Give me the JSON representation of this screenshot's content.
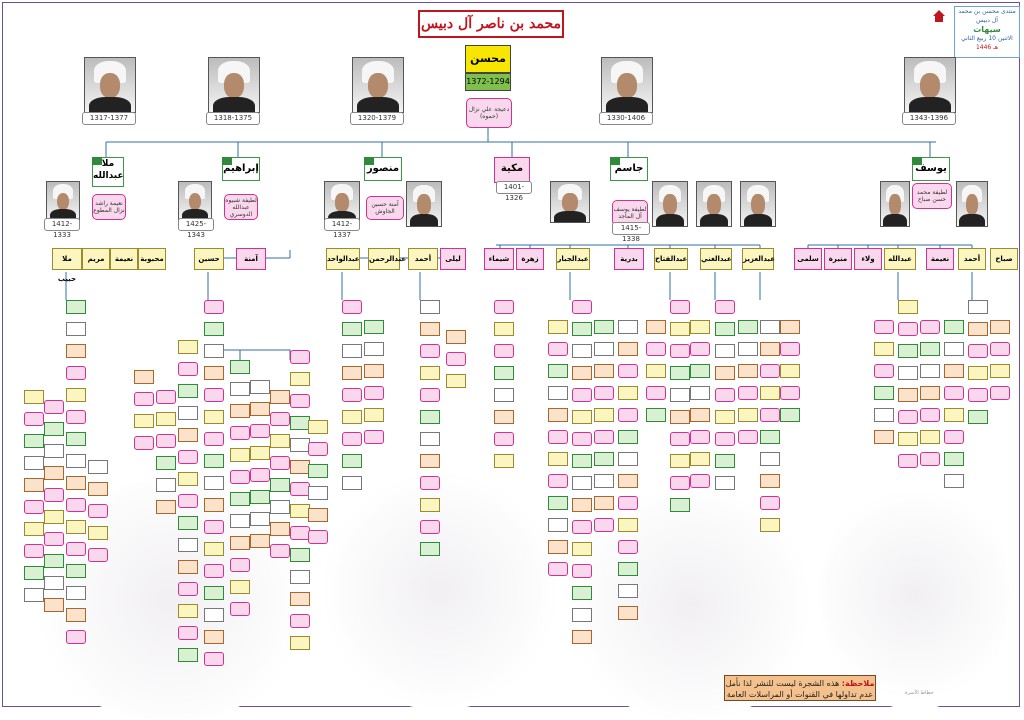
{
  "title": "محمد بن ناصر آل دبيس",
  "root": {
    "name": "محسن",
    "years": "1372-1294",
    "wife": "دعيجة علي نزال (حموه)"
  },
  "elder_years": [
    "1317-1377",
    "1318-1375",
    "1320-1379",
    "1330-1406",
    "1343-1396"
  ],
  "sons": [
    {
      "id": "yousef",
      "name": "يوسف",
      "wife": "لطيفة محمد حسن صباح"
    },
    {
      "id": "jasem",
      "name": "جاسم",
      "wife": "لطيفة يوسف آل الماجد"
    },
    {
      "id": "makkiya",
      "name": "مكية",
      "wife": "",
      "years": "1401-1326"
    },
    {
      "id": "mansour",
      "name": "منصور",
      "wife": "آمنة حسين الجاوش"
    },
    {
      "id": "ibrahim",
      "name": "إبراهيم",
      "wife": "لطيفة شبيوه عبدالله الدوسري"
    },
    {
      "id": "abdullah",
      "name": "ملا عبدالله",
      "wife": "نعيمة راشد نزال المطوع"
    }
  ],
  "son_years": {
    "jasem": "1415-1338",
    "mansour": "1412-1337",
    "ibrahim": "1425-1343",
    "abdullah": "1412-1333"
  },
  "grandchildren": {
    "yousef": [
      "صباح",
      "أحمد",
      "نعيمة",
      "عبدالله",
      "ولاء",
      "منيرة",
      "سلمى"
    ],
    "jasem": [
      "عبدالعزيز",
      "عبدالغني",
      "عبدالفتاح",
      "بدرية",
      "عبدالجبار",
      "زهرة",
      "شيماء"
    ],
    "mansour": [
      "ليلى",
      "أحمد",
      "عبدالرحمن",
      "عبدالواحد"
    ],
    "ibrahim": [
      "آمنة",
      "حسين"
    ],
    "abdullah": [
      "محبوبة",
      "نعيمة",
      "مريم",
      "ملا حبيب"
    ]
  },
  "site": {
    "line1": "منتدى محسن بن محمد",
    "line2": "آل دبيس",
    "line3": "سيهات",
    "line4": "الاثنين 10 ربيع الثاني",
    "line5": "1446 هـ"
  },
  "note": {
    "label": "ملاحظة:",
    "text": "هذه الشجرة ليست للنشر لذا نأمل عدم تداولها في القنوات أو المراسلات العامة"
  },
  "brand": "خطاط الأسرة",
  "colors": {
    "title_red": "#c0161d",
    "root_yellow": "#f6e600",
    "root_green": "#7ec04b",
    "wife_pink": "#f9d8ee",
    "son_border": "#3a9944",
    "line_blue": "#2f6fa8"
  }
}
